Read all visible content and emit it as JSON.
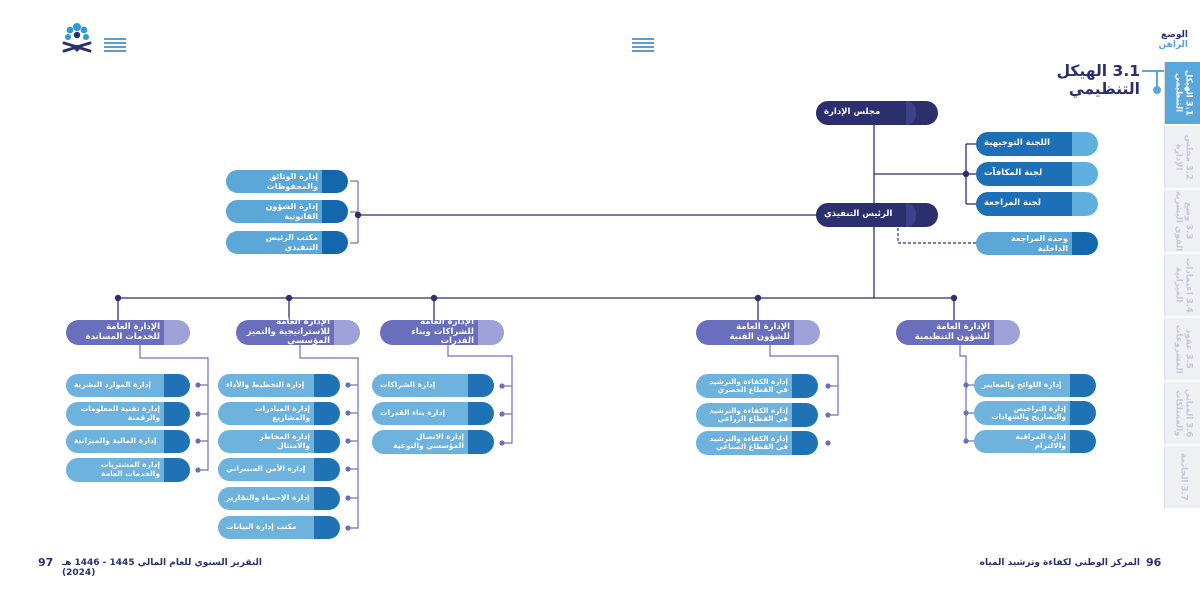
{
  "header": {
    "section_label_line1": "الوضع",
    "section_label_line2": "الراهن",
    "page_title": "3.1 الهيكل التنظيمي"
  },
  "side_tabs": [
    {
      "label": "3.1 الهيكل التنظيمي",
      "active": true
    },
    {
      "label": "3.2 مجلس الإدارة",
      "active": false
    },
    {
      "label": "3.3 وضع القوى البشرية",
      "active": false
    },
    {
      "label": "3.4 اعتمادات الميزانية",
      "active": false
    },
    {
      "label": "3.5 عقود المشروعات",
      "active": false
    },
    {
      "label": "3.6 المباني والممتلكات",
      "active": false
    },
    {
      "label": "3.7 الخاتمة",
      "active": false
    }
  ],
  "org_chart": {
    "board": "مجلس الإدارة",
    "ceo": "الرئيس التنفيذي",
    "committees": [
      "اللجنة التوجيهية",
      "لجنة المكافآت",
      "لجنة المراجعة"
    ],
    "internal_audit": "وحدة المراجعة الداخلية",
    "ceo_offices": [
      "إدارة الوثائق والمحفوظات",
      "إدارة الشؤون القانونية",
      "مكتب الرئيس التنفيذي"
    ],
    "general_departments": [
      {
        "title": "الإدارة العامة للخدمات المساندة",
        "units": [
          "إدارة الموارد البشرية",
          "إدارة تقنية المعلومات والرقمنة",
          "إدارة المالية والميزانية",
          "إدارة المشتريات والخدمات العامة"
        ]
      },
      {
        "title": "الإدارة العامة للاستراتيجية والتميز المؤسسي",
        "units": [
          "إدارة التخطيط والأداء",
          "إدارة المبادرات والمشاريع",
          "إدارة المخاطر والامتثال",
          "إدارة الأمن السيبراني",
          "إدارة الإحصاء والتقارير",
          "مكتب إدارة البيانات"
        ]
      },
      {
        "title": "الإدارة العامة للشراكات وبناء القدرات",
        "units": [
          "إدارة الشراكات",
          "إدارة بناء القدرات",
          "إدارة الاتصال المؤسسي والتوعية"
        ]
      },
      {
        "title": "الإدارة العامة للشؤون الفنية",
        "units": [
          "إدارة الكفاءة والترشيد في القطاع الحضري",
          "إدارة الكفاءة والترشيد في القطاع الزراعي",
          "إدارة الكفاءة والترشيد في القطاع الصناعي"
        ]
      },
      {
        "title": "الإدارة العامة للشؤون التنظيمية",
        "units": [
          "إدارة اللوائح والمعايير",
          "إدارة التراخيص والتصاريح والشهادات",
          "إدارة المراقبة والالتزام"
        ]
      }
    ]
  },
  "footer": {
    "left_page": "97",
    "left_text": "التقرير السنوي للعام المالي 1445 - 1446 هـ (2024)",
    "right_page": "96",
    "right_text": "المركز الوطني لكفاءة وترشيد المياه"
  },
  "colors": {
    "navy": "#2b2f6e",
    "blue": "#1d6fb6",
    "sky": "#5ba8d8",
    "purple": "#6a6fbd",
    "accent": "#5aa7db"
  },
  "icons": {
    "logo": "water-center-logo",
    "menu": "hamburger-menu-icon"
  }
}
